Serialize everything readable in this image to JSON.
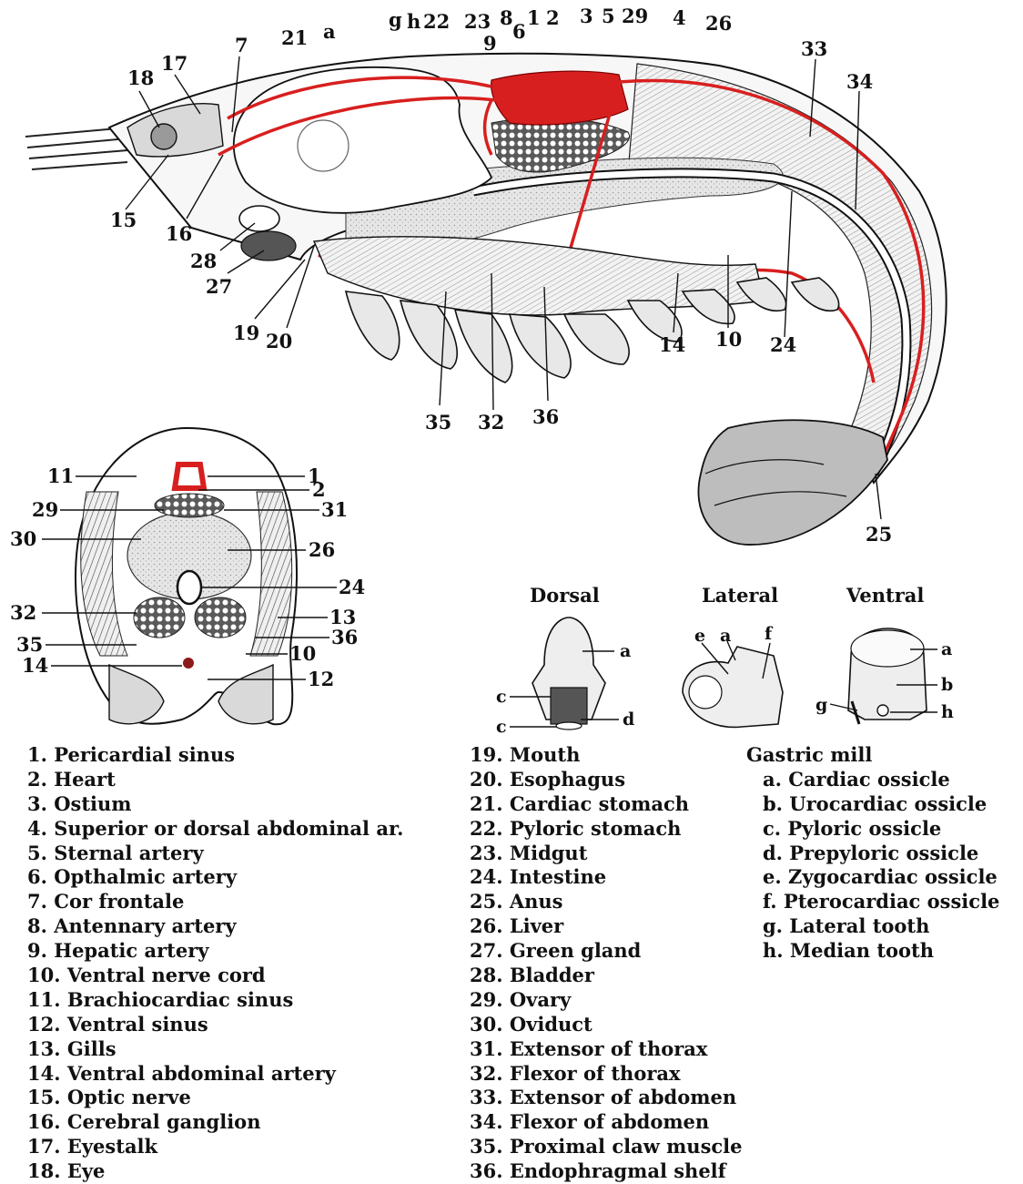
{
  "colors": {
    "vessel": "#d81f1f",
    "ink": "#111111",
    "stipple": "#cfcfcf",
    "paper": "#ffffff"
  },
  "side_labels": {
    "n1": "1",
    "n2": "2",
    "n3": "3",
    "n4": "4",
    "n5": "5",
    "n6": "6",
    "n7": "7",
    "n8": "8",
    "n9": "9",
    "n10": "10",
    "n14": "14",
    "n15": "15",
    "n16": "16",
    "n17": "17",
    "n18": "18",
    "n19": "19",
    "n20": "20",
    "n21": "21",
    "n22": "22",
    "n23": "23",
    "n24": "24",
    "n25": "25",
    "n26": "26",
    "n27": "27",
    "n28": "28",
    "n29": "29",
    "n32": "32",
    "n33": "33",
    "n34": "34",
    "n35": "35",
    "n36": "36",
    "la": "a",
    "lg": "g",
    "lh": "h"
  },
  "section_labels": {
    "n1": "1",
    "n2": "2",
    "n10": "10",
    "n11": "11",
    "n12": "12",
    "n13": "13",
    "n14": "14",
    "n24": "24",
    "n26": "26",
    "n29": "29",
    "n30": "30",
    "n31": "31",
    "n32": "32",
    "n35": "35",
    "n36": "36"
  },
  "mill": {
    "dorsal_title": "Dorsal",
    "lateral_title": "Lateral",
    "ventral_title": "Ventral",
    "dorsal": {
      "a": "a",
      "c1": "c",
      "c2": "c",
      "d": "d"
    },
    "lateral": {
      "e": "e",
      "a": "a",
      "f": "f"
    },
    "ventral": {
      "a": "a",
      "b": "b",
      "g": "g",
      "h": "h"
    }
  },
  "legend": {
    "col1": [
      "1. Pericardial sinus",
      "2. Heart",
      "3. Ostium",
      "4. Superior or dorsal abdominal ar.",
      "5. Sternal artery",
      "6. Opthalmic artery",
      "7. Cor frontale",
      "8. Antennary artery",
      "9. Hepatic artery",
      "10. Ventral nerve cord",
      "11. Brachiocardiac sinus",
      "12. Ventral sinus",
      "13. Gills",
      "14. Ventral abdominal artery",
      "15. Optic nerve",
      "16. Cerebral ganglion",
      "17. Eyestalk",
      "18. Eye"
    ],
    "col2": [
      "19. Mouth",
      "20. Esophagus",
      "21. Cardiac stomach",
      "22. Pyloric stomach",
      "23. Midgut",
      "24. Intestine",
      "25. Anus",
      "26. Liver",
      "27. Green gland",
      "28. Bladder",
      "29. Ovary",
      "30. Oviduct",
      "31. Extensor of thorax",
      "32. Flexor of thorax",
      "33. Extensor of abdomen",
      "34. Flexor of abdomen",
      "35. Proximal claw muscle",
      "36. Endophragmal shelf"
    ],
    "gastric_title": "Gastric mill",
    "gastric": [
      "a. Cardiac ossicle",
      "b. Urocardiac ossicle",
      "c. Pyloric ossicle",
      "d. Prepyloric ossicle",
      "e. Zygocardiac ossicle",
      "f. Pterocardiac ossicle",
      "g. Lateral tooth",
      "h. Median tooth"
    ]
  }
}
